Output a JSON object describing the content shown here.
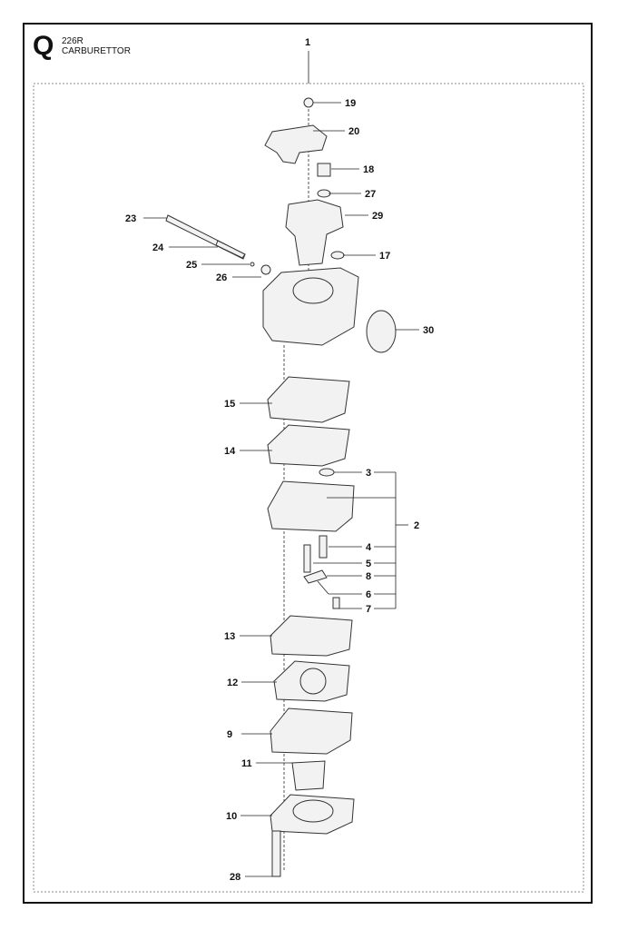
{
  "header": {
    "section": "Q",
    "model": "226R",
    "title": "CARBURETTOR"
  },
  "callouts": [
    "1",
    "19",
    "20",
    "18",
    "27",
    "29",
    "17",
    "30",
    "23",
    "24",
    "25",
    "26",
    "15",
    "14",
    "3",
    "2",
    "4",
    "5",
    "8",
    "6",
    "7",
    "13",
    "12",
    "9",
    "11",
    "10",
    "28"
  ]
}
